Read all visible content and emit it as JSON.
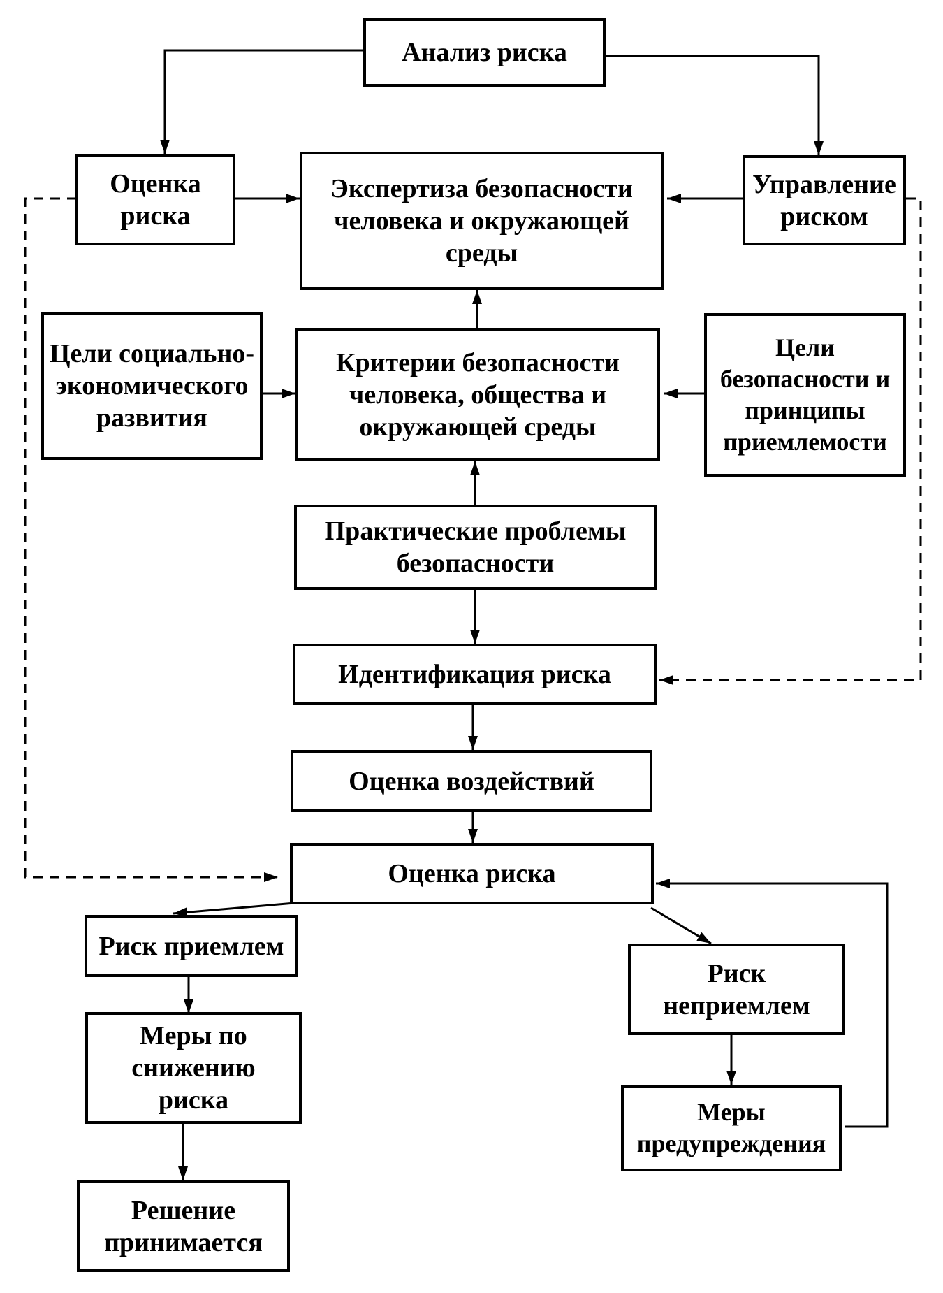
{
  "nodes": {
    "risk_analysis": "Анализ риска",
    "risk_assessment_top": "Оценка\nриска",
    "expertise": "Экспертиза безопасности\nчеловека и окружающей\nсреды",
    "risk_management": "Управление\nриском",
    "socio_economic_goals": "Цели социально-\nэкономического\nразвития",
    "safety_criteria": "Критерии безопасности\nчеловека, общества и\nокружающей среды",
    "safety_goals": "Цели\nбезопасности и\nпринципы\nприемлемости",
    "practical_problems": "Практические проблемы\nбезопасности",
    "risk_identification": "Идентификация риска",
    "impact_assessment": "Оценка воздействий",
    "risk_assessment": "Оценка риска",
    "risk_acceptable": "Риск приемлем",
    "risk_unacceptable": "Риск\nнеприемлем",
    "risk_reduction_measures": "Меры по\nснижению\nриска",
    "prevention_measures": "Меры\nпредупреждения",
    "decision_made": "Решение\nпринимается"
  }
}
